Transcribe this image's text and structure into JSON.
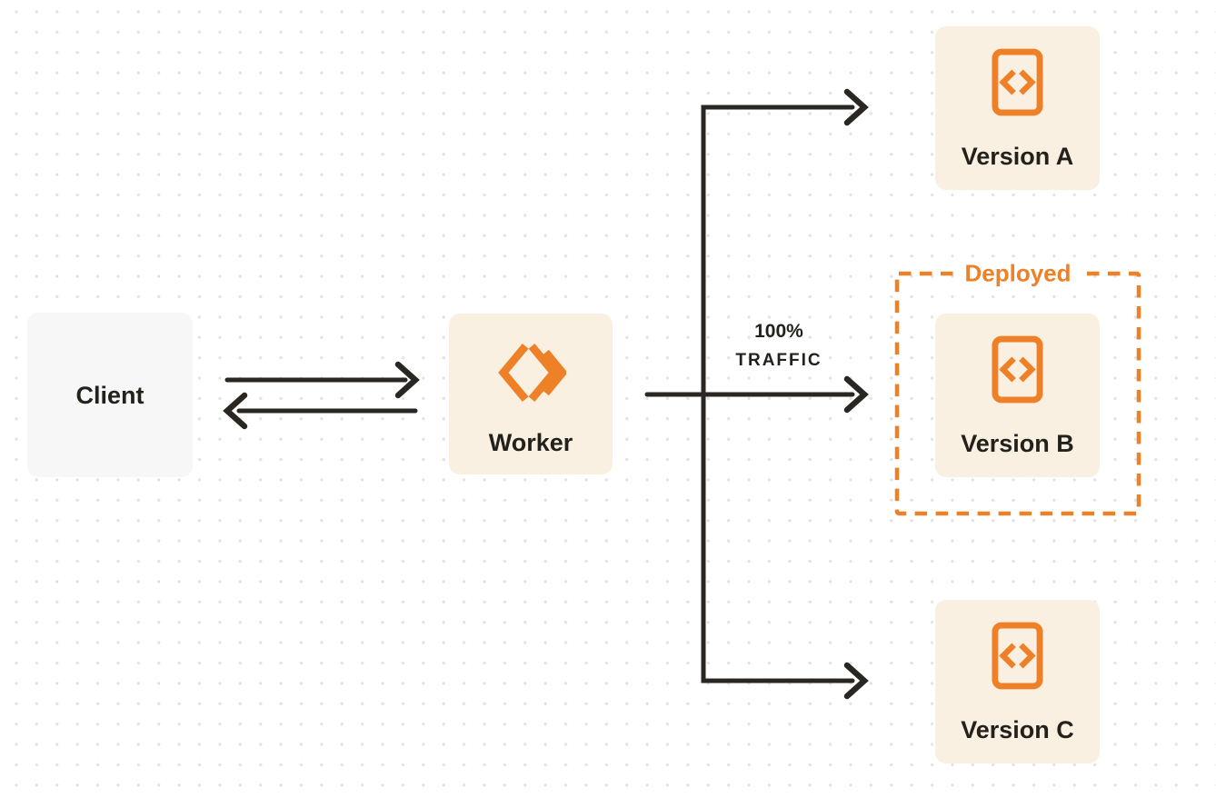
{
  "diagram_title": "worker-version-deployment-diagram",
  "colors": {
    "orange": "#EE8128",
    "ink": "#2A2723",
    "text": "#23211C",
    "node_cream_bg": "#FAF0E1",
    "client_bg": "#F7F7F8",
    "dot_grid": "#E3E3E3",
    "background": "#FFFFFF"
  },
  "nodes": {
    "client": {
      "label": "Client"
    },
    "worker": {
      "label": "Worker",
      "icon": "workers-logo-icon"
    },
    "version_a": {
      "label": "Version A",
      "icon": "code-file-icon"
    },
    "version_b": {
      "label": "Version B",
      "icon": "code-file-icon"
    },
    "version_c": {
      "label": "Version C",
      "icon": "code-file-icon"
    }
  },
  "groups": {
    "deployed": {
      "label": "Deployed",
      "contains": "version_b",
      "border": "dashed-orange"
    }
  },
  "edges": {
    "client_worker_request": {
      "from": "client",
      "to": "worker",
      "direction": "right"
    },
    "worker_client_response": {
      "from": "worker",
      "to": "client",
      "direction": "left"
    },
    "worker_to_version_a": {
      "from": "worker",
      "to": "version_a"
    },
    "worker_to_version_b": {
      "from": "worker",
      "to": "version_b",
      "label_line1": "100%",
      "label_line2": "TRAFFIC"
    },
    "worker_to_version_c": {
      "from": "worker",
      "to": "version_c"
    }
  }
}
